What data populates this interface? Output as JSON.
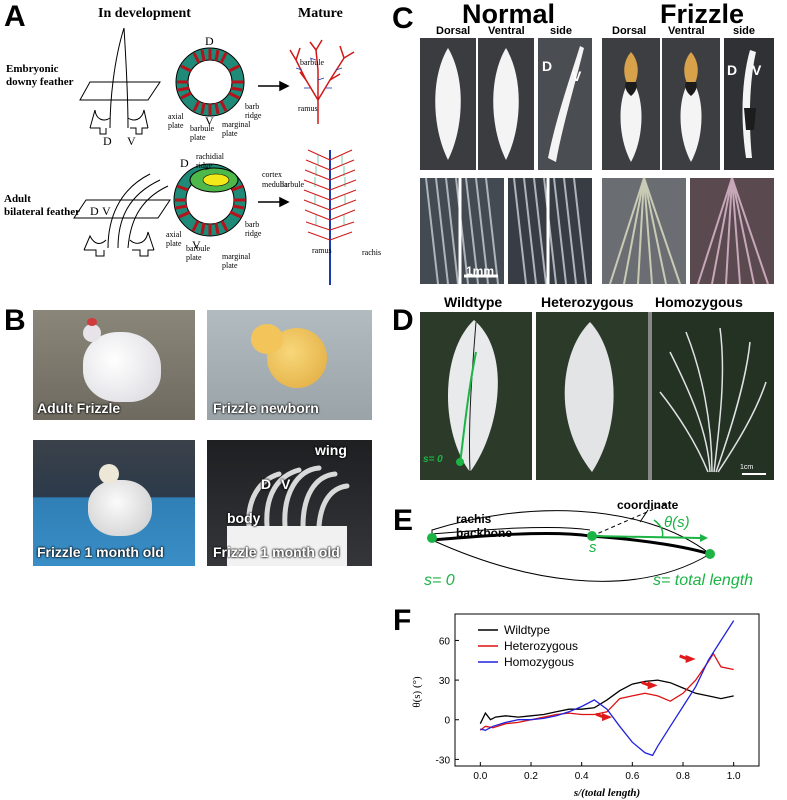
{
  "panelA": {
    "letter": "A",
    "header_dev": "In development",
    "header_mature": "Mature",
    "row1_label_line1": "Embryonic",
    "row1_label_line2": "downy feather",
    "row2_label_line1": "Adult",
    "row2_label_line2": "bilateral feather",
    "D": "D",
    "V": "V",
    "lbl_barbule": "barbule",
    "lbl_ramus": "ramus",
    "lbl_axial": "axial plate",
    "lbl_barbule_plate": "barbule plate",
    "lbl_marginal": "marginal plate",
    "lbl_barb_ridge": "barb ridge",
    "lbl_rachidial": "rachidial ridge",
    "lbl_cortex": "cortex",
    "lbl_medulla": "medulla",
    "lbl_rachis": "rachis"
  },
  "panelB": {
    "letter": "B",
    "cap1": "Adult Frizzle",
    "cap2": "Frizzle newborn",
    "cap3": "Frizzle 1 month old",
    "cap4": "Frizzle 1 month old",
    "wing": "wing",
    "body": "body",
    "D": "D",
    "V": "V"
  },
  "panelC": {
    "letter": "C",
    "normal": "Normal",
    "frizzle": "Frizzle",
    "dorsal": "Dorsal",
    "ventral": "Ventral",
    "side": "side",
    "D": "D",
    "V": "V",
    "scale": "1mm"
  },
  "panelD": {
    "letter": "D",
    "wildtype": "Wildtype",
    "heterozygous": "Heterozygous",
    "homozygous": "Homozygous",
    "s0": "s= 0",
    "scale": "1cm"
  },
  "panelE": {
    "letter": "E",
    "coordinate": "coordinate",
    "rachis1": "rachis",
    "rachis2": "backbone",
    "theta": "θ(s)",
    "s": "s",
    "s0": "s= 0",
    "stotal": "s= total length"
  },
  "panelF": {
    "letter": "F"
  },
  "chart_data": {
    "type": "line",
    "xlabel": "s/(total length)",
    "ylabel": "θ(s) (°)",
    "xlim": [
      -0.1,
      1.1
    ],
    "ylim": [
      -35,
      80
    ],
    "xticks": [
      0.0,
      0.2,
      0.4,
      0.6,
      0.8,
      1.0
    ],
    "yticks": [
      -30,
      0,
      30,
      60
    ],
    "legend_position": "top-left",
    "series": [
      {
        "name": "Wildtype",
        "color": "#000000",
        "x": [
          0.0,
          0.02,
          0.04,
          0.06,
          0.1,
          0.15,
          0.2,
          0.25,
          0.3,
          0.35,
          0.4,
          0.45,
          0.5,
          0.55,
          0.6,
          0.65,
          0.7,
          0.75,
          0.8,
          0.85,
          0.9,
          0.95,
          1.0
        ],
        "y": [
          -3,
          5,
          0,
          2,
          3,
          2,
          3,
          4,
          6,
          8,
          8,
          9,
          15,
          22,
          27,
          29,
          30,
          28,
          24,
          20,
          18,
          16,
          18
        ]
      },
      {
        "name": "Heterozygous",
        "color": "#dd1111",
        "x": [
          0.0,
          0.02,
          0.05,
          0.1,
          0.15,
          0.2,
          0.25,
          0.3,
          0.35,
          0.4,
          0.45,
          0.5,
          0.55,
          0.6,
          0.65,
          0.7,
          0.75,
          0.8,
          0.85,
          0.9,
          0.92,
          0.95,
          1.0
        ],
        "y": [
          -8,
          -5,
          -6,
          -3,
          -2,
          0,
          2,
          4,
          5,
          4,
          4,
          6,
          16,
          18,
          20,
          18,
          14,
          20,
          30,
          44,
          50,
          40,
          38
        ]
      },
      {
        "name": "Homozygous",
        "color": "#2222dd",
        "x": [
          0.0,
          0.02,
          0.05,
          0.1,
          0.15,
          0.2,
          0.25,
          0.3,
          0.35,
          0.4,
          0.45,
          0.5,
          0.55,
          0.6,
          0.65,
          0.68,
          0.7,
          0.75,
          0.8,
          0.85,
          0.9,
          0.95,
          1.0
        ],
        "y": [
          -7,
          -8,
          -5,
          -2,
          0,
          0,
          1,
          3,
          6,
          10,
          15,
          8,
          -5,
          -17,
          -25,
          -27,
          -20,
          -5,
          10,
          25,
          45,
          60,
          75
        ]
      }
    ],
    "arrows": [
      {
        "x": 0.52,
        "y": 2
      },
      {
        "x": 0.7,
        "y": 26
      },
      {
        "x": 0.85,
        "y": 46
      }
    ]
  }
}
